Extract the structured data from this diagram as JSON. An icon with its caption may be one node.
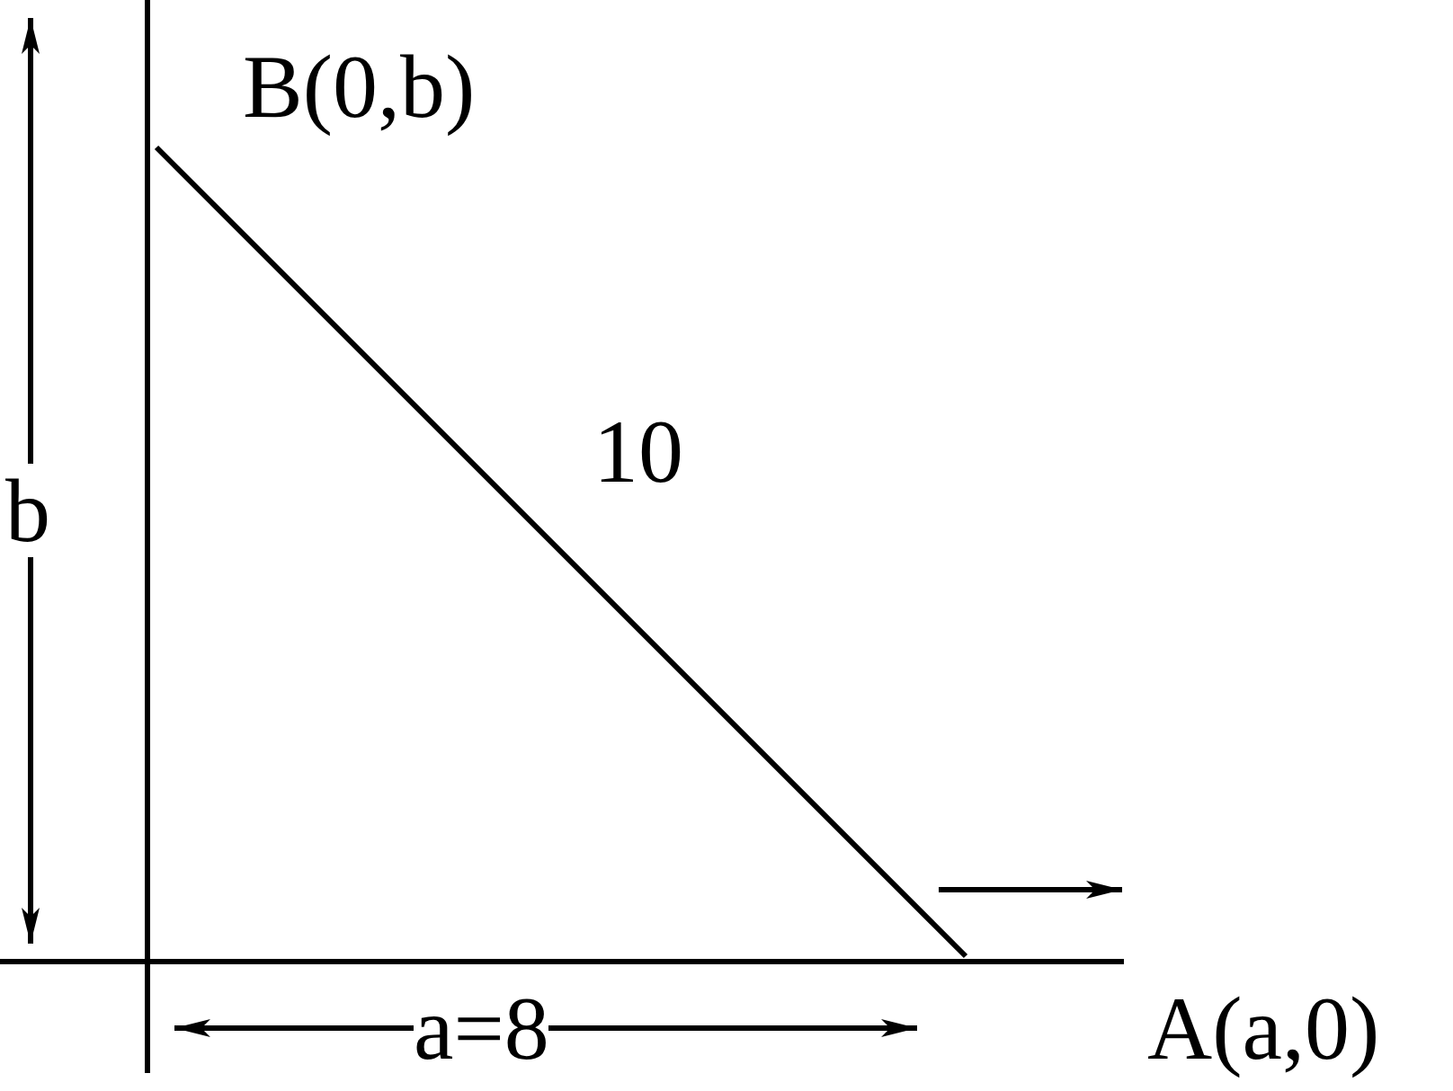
{
  "diagram": {
    "labels": [
      "B(0,b)",
      "10",
      "b",
      "a=8",
      "A(a,0)"
    ]
  }
}
